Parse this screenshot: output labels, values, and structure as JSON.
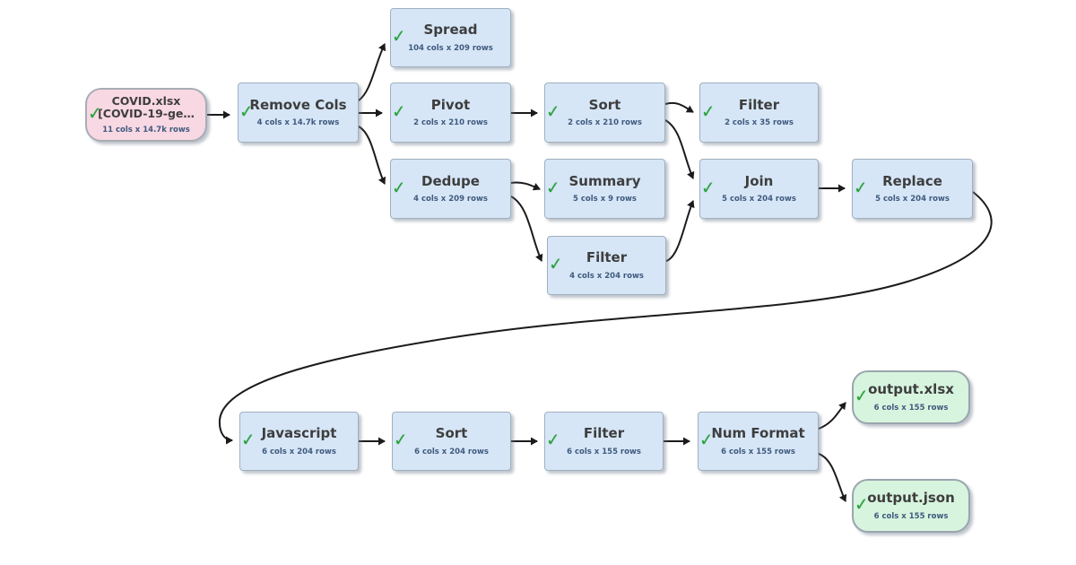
{
  "icons": {
    "check": "✓"
  },
  "diagram": {
    "background": "#ffffff",
    "colors": {
      "node_blue": "#d6e6f7",
      "node_pink": "#f8d8e3",
      "node_green": "#d7f4de",
      "check_green": "#2aa13c",
      "arrow": "#1b1b1b",
      "title_text": "#3e3e3e",
      "subtitle_text": "#3f5a7d"
    },
    "nodes": [
      {
        "id": "covid-input",
        "type": "input",
        "title": "COVID.xlsx",
        "title2": "[COVID-19-ge…",
        "subtitle": "11 cols x 14.7k rows",
        "checked": true
      },
      {
        "id": "remove-cols",
        "type": "transform",
        "title": "Remove Cols",
        "subtitle": "4 cols x 14.7k rows",
        "checked": true
      },
      {
        "id": "spread",
        "type": "transform",
        "title": "Spread",
        "subtitle": "104 cols x 209 rows",
        "checked": true
      },
      {
        "id": "pivot",
        "type": "transform",
        "title": "Pivot",
        "subtitle": "2 cols x 210 rows",
        "checked": true
      },
      {
        "id": "dedupe",
        "type": "transform",
        "title": "Dedupe",
        "subtitle": "4 cols x 209 rows",
        "checked": true
      },
      {
        "id": "sort-1",
        "type": "transform",
        "title": "Sort",
        "subtitle": "2 cols x 210 rows",
        "checked": true
      },
      {
        "id": "summary",
        "type": "transform",
        "title": "Summary",
        "subtitle": "5 cols x 9 rows",
        "checked": true
      },
      {
        "id": "filter-1",
        "type": "transform",
        "title": "Filter",
        "subtitle": "2 cols x 35 rows",
        "checked": true
      },
      {
        "id": "filter-2",
        "type": "transform",
        "title": "Filter",
        "subtitle": "4 cols x 204 rows",
        "checked": true
      },
      {
        "id": "join",
        "type": "transform",
        "title": "Join",
        "subtitle": "5 cols x 204 rows",
        "checked": true
      },
      {
        "id": "replace",
        "type": "transform",
        "title": "Replace",
        "subtitle": "5 cols x 204 rows",
        "checked": true
      },
      {
        "id": "javascript",
        "type": "transform",
        "title": "Javascript",
        "subtitle": "6 cols x 204 rows",
        "checked": true
      },
      {
        "id": "sort-2",
        "type": "transform",
        "title": "Sort",
        "subtitle": "6 cols x 204 rows",
        "checked": true
      },
      {
        "id": "filter-3",
        "type": "transform",
        "title": "Filter",
        "subtitle": "6 cols x 155 rows",
        "checked": true
      },
      {
        "id": "num-format",
        "type": "transform",
        "title": "Num Format",
        "subtitle": "6 cols x 155 rows",
        "checked": true
      },
      {
        "id": "output-xlsx",
        "type": "output",
        "title": "output.xlsx",
        "subtitle": "6 cols x 155 rows",
        "checked": true
      },
      {
        "id": "output-json",
        "type": "output",
        "title": "output.json",
        "subtitle": "6 cols x 155 rows",
        "checked": true
      }
    ]
  }
}
